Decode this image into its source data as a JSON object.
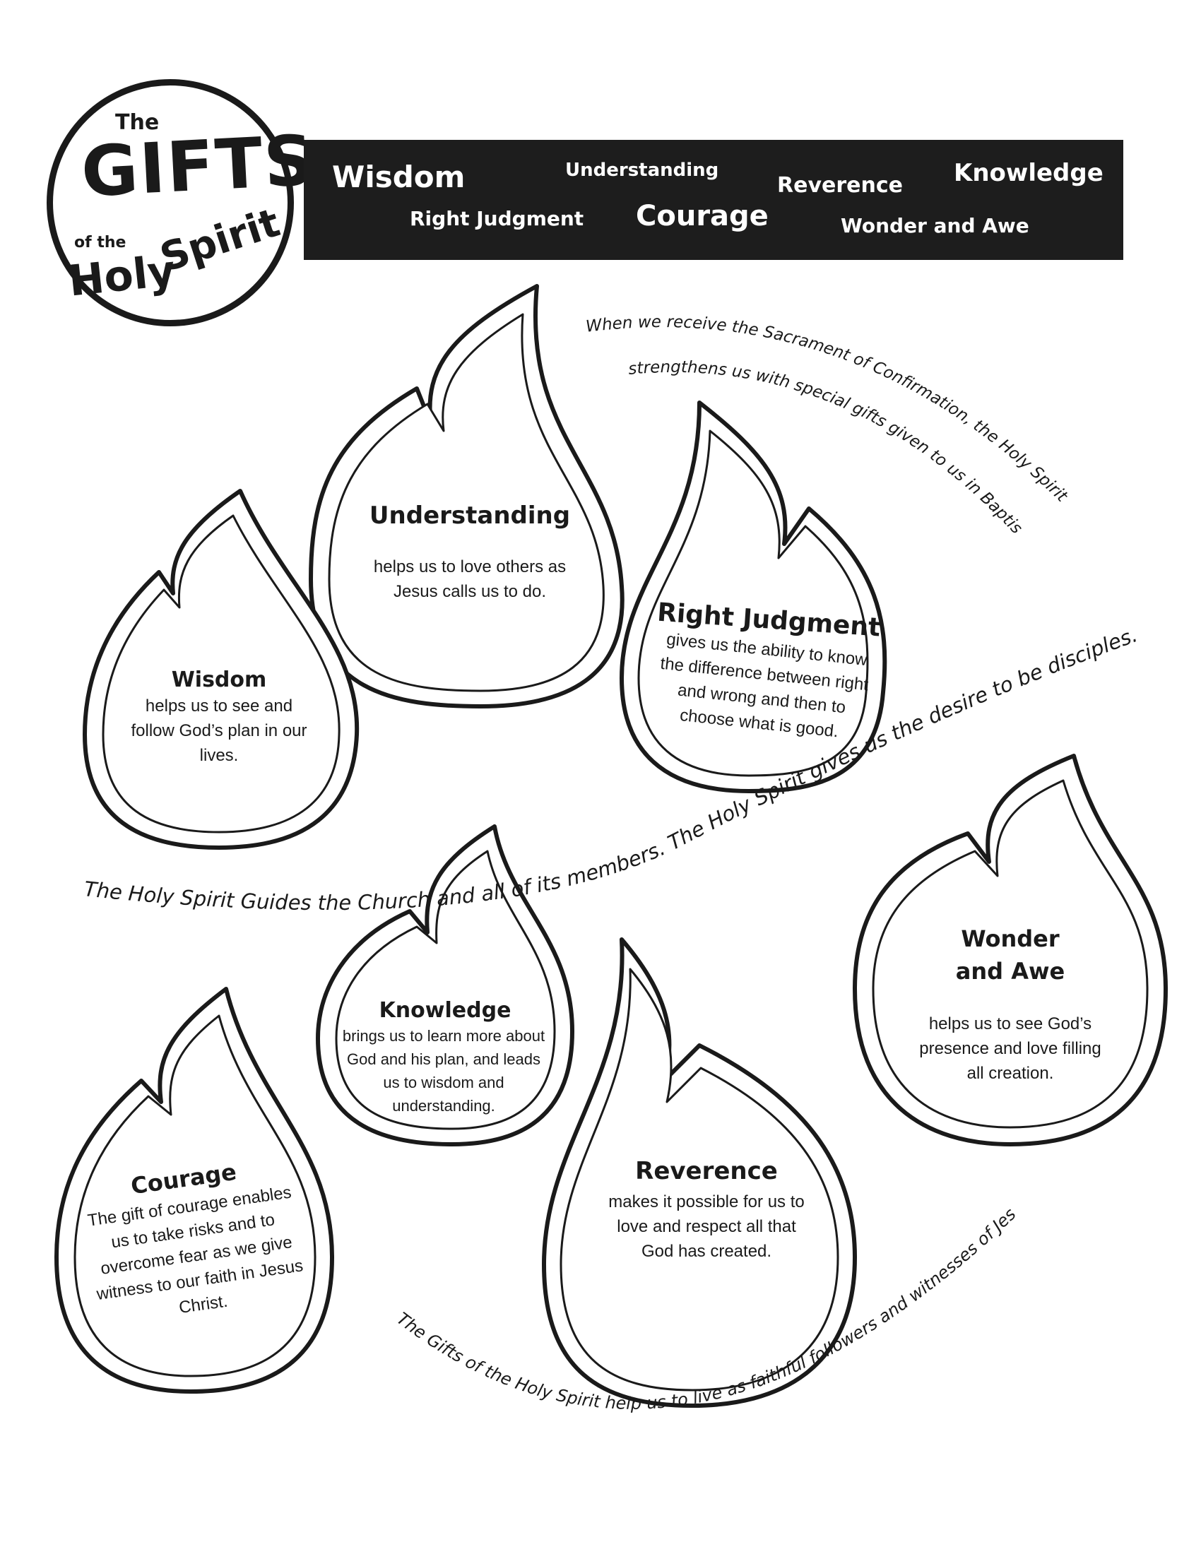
{
  "logo": {
    "the": "The",
    "gifts": "GIFTS",
    "of_the": "of the",
    "holy": "Holy",
    "spirit": "Spirit"
  },
  "banner": {
    "wisdom": "Wisdom",
    "understanding": "Understanding",
    "reverence": "Reverence",
    "knowledge": "Knowledge",
    "right_judgment": "Right Judgment",
    "courage": "Courage",
    "wonder_and_awe": "Wonder and Awe"
  },
  "flames": {
    "understanding": {
      "title": "Understanding",
      "desc": "helps us to love others as Jesus calls us to do."
    },
    "right_judgment": {
      "title": "Right Judgment",
      "desc": "gives us  the ability to know the difference between right and wrong and then to choose what is good."
    },
    "wisdom": {
      "title": "Wisdom",
      "desc": "helps us to see and follow God’s plan in our lives."
    },
    "knowledge": {
      "title": "Knowledge",
      "desc": "brings us to learn more about God and his plan, and leads us to wisdom and understanding."
    },
    "wonder_and_awe": {
      "title_line1": "Wonder",
      "title_line2": "and Awe",
      "desc": "helps us to see God’s presence and love filling all creation."
    },
    "courage": {
      "title": "Courage",
      "desc": "The gift of courage enables us to take risks and to overcome fear as we give witness to our faith in Jesus Christ."
    },
    "reverence": {
      "title": "Reverence",
      "desc": "makes it possible for us to love and respect all that God has created."
    }
  },
  "captions": {
    "confirmation_line1": "When we receive the Sacrament of Confirmation, the Holy Spirit",
    "confirmation_line2": "strengthens us with special gifts given to us in Baptism.",
    "guides": "The Holy Spirit Guides the Church and all of its members. The Holy Spirit gives us the desire to be disciples.",
    "help_live": "The Gifts of the Holy Spirit help us to live as faithful followers and witnesses of Jesus"
  }
}
